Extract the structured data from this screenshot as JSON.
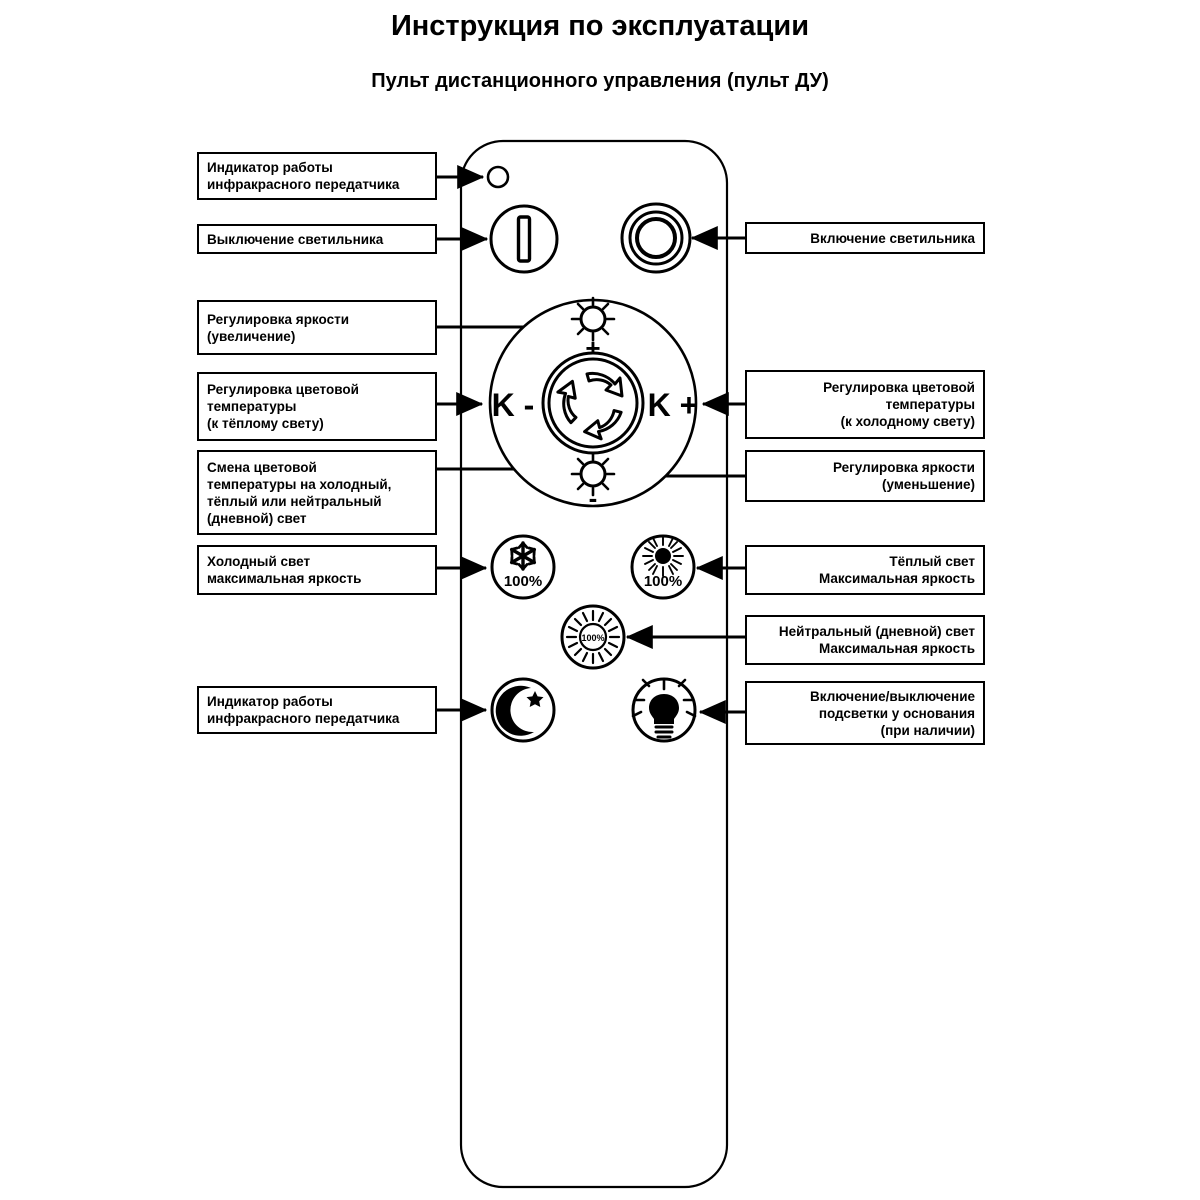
{
  "header": {
    "title": "Инструкция по эксплуатации",
    "subtitle": "Пульт дистанционного управления (пульт ДУ)"
  },
  "colors": {
    "ink": "#000000",
    "paper": "#ffffff"
  },
  "callouts": {
    "left": [
      {
        "id": "ir-indicator-top",
        "lines": [
          "Индикатор работы",
          "инфракрасного передатчика"
        ]
      },
      {
        "id": "lamp-off",
        "lines": [
          "Выключение светильника"
        ]
      },
      {
        "id": "brightness-up",
        "lines": [
          "Регулировка яркости",
          "(увеличение)"
        ]
      },
      {
        "id": "cct-warm",
        "lines": [
          "Регулировка цветовой",
          "температуры",
          "(к тёплому свету)"
        ]
      },
      {
        "id": "cct-cycle",
        "lines": [
          "Смена цветовой",
          "температуры на холодный,",
          "тёплый или нейтральный",
          "(дневной) свет"
        ]
      },
      {
        "id": "cold-max",
        "lines": [
          "Холодный свет",
          "максимальная яркость"
        ]
      },
      {
        "id": "ir-indicator-bottom",
        "lines": [
          "Индикатор работы",
          "инфракрасного передатчика"
        ]
      }
    ],
    "right": [
      {
        "id": "lamp-on",
        "lines": [
          "Включение светильника"
        ]
      },
      {
        "id": "cct-cold",
        "lines": [
          "Регулировка цветовой",
          "температуры",
          "(к холодному свету)"
        ]
      },
      {
        "id": "brightness-down",
        "lines": [
          "Регулировка яркости",
          "(уменьшение)"
        ]
      },
      {
        "id": "warm-max",
        "lines": [
          "Тёплый свет",
          "Максимальная яркость"
        ]
      },
      {
        "id": "neutral-max",
        "lines": [
          "Нейтральный (дневной) свет",
          "Максимальная яркость"
        ]
      },
      {
        "id": "base-backlight",
        "lines": [
          "Включение/выключение",
          "подсветки у основания",
          "(при наличии)"
        ]
      }
    ]
  },
  "remote": {
    "name": "remote-control-body",
    "buttons": {
      "ir_led": {
        "icon": "ir-led-indicator-icon",
        "label": ""
      },
      "power_off": {
        "icon": "power-off-bar-icon",
        "label": ""
      },
      "power_on": {
        "icon": "power-on-ring-icon",
        "label": ""
      },
      "brightness_up": {
        "icon": "sun-outline-icon",
        "label": "+"
      },
      "brightness_down": {
        "icon": "sun-outline-icon",
        "label": "-"
      },
      "cct_warm": {
        "icon": "kelvin-minus-icon",
        "label": "K -"
      },
      "cct_cold": {
        "icon": "kelvin-plus-icon",
        "label": "K +"
      },
      "cct_cycle": {
        "icon": "recycle-arrows-icon",
        "label": ""
      },
      "cold_preset": {
        "icon": "snowflake-icon",
        "label": "100%"
      },
      "warm_preset": {
        "icon": "sun-filled-icon",
        "label": "100%"
      },
      "neutral_preset": {
        "icon": "sun-rays-icon",
        "label": "100%"
      },
      "night_mode": {
        "icon": "moon-star-icon",
        "label": ""
      },
      "base_light": {
        "icon": "light-bulb-icon",
        "label": ""
      }
    }
  }
}
